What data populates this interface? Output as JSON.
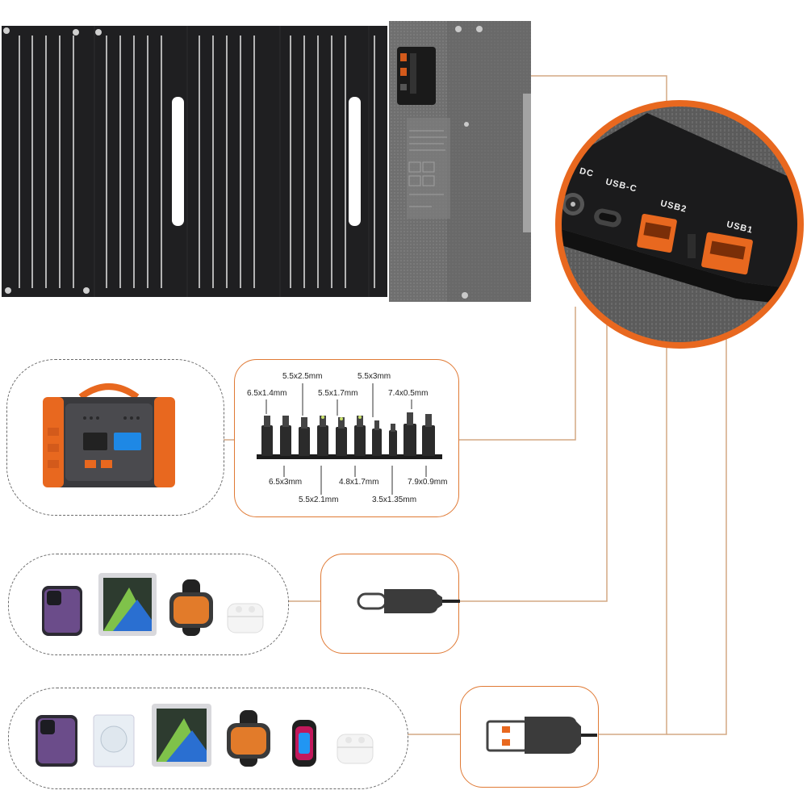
{
  "colors": {
    "accent_orange": "#e8681f",
    "connector_line": "#c9a27f",
    "panel_dark": "#1d1d1f",
    "fabric_gray": "#6d6d6d"
  },
  "ports": {
    "dc": "DC",
    "usbc": "USB-C",
    "usb2": "USB2",
    "usb1": "USB1"
  },
  "dc_tips": {
    "top": [
      "6.5x1.4mm",
      "5.5x2.5mm",
      "5.5x1.7mm",
      "5.5x3mm",
      "7.4x0.5mm"
    ],
    "bottom": [
      "6.5x3mm",
      "5.5x2.1mm",
      "4.8x1.7mm",
      "3.5x1.35mm",
      "7.9x0.9mm"
    ]
  },
  "devices": {
    "usbc_row": [
      "phone-icon",
      "tablet-icon",
      "smartwatch-icon",
      "earbuds-icon"
    ],
    "usba_row": [
      "phone-icon",
      "foldable-phone-icon",
      "tablet-icon",
      "smartwatch-icon",
      "fitness-band-icon",
      "earbuds-icon"
    ]
  }
}
